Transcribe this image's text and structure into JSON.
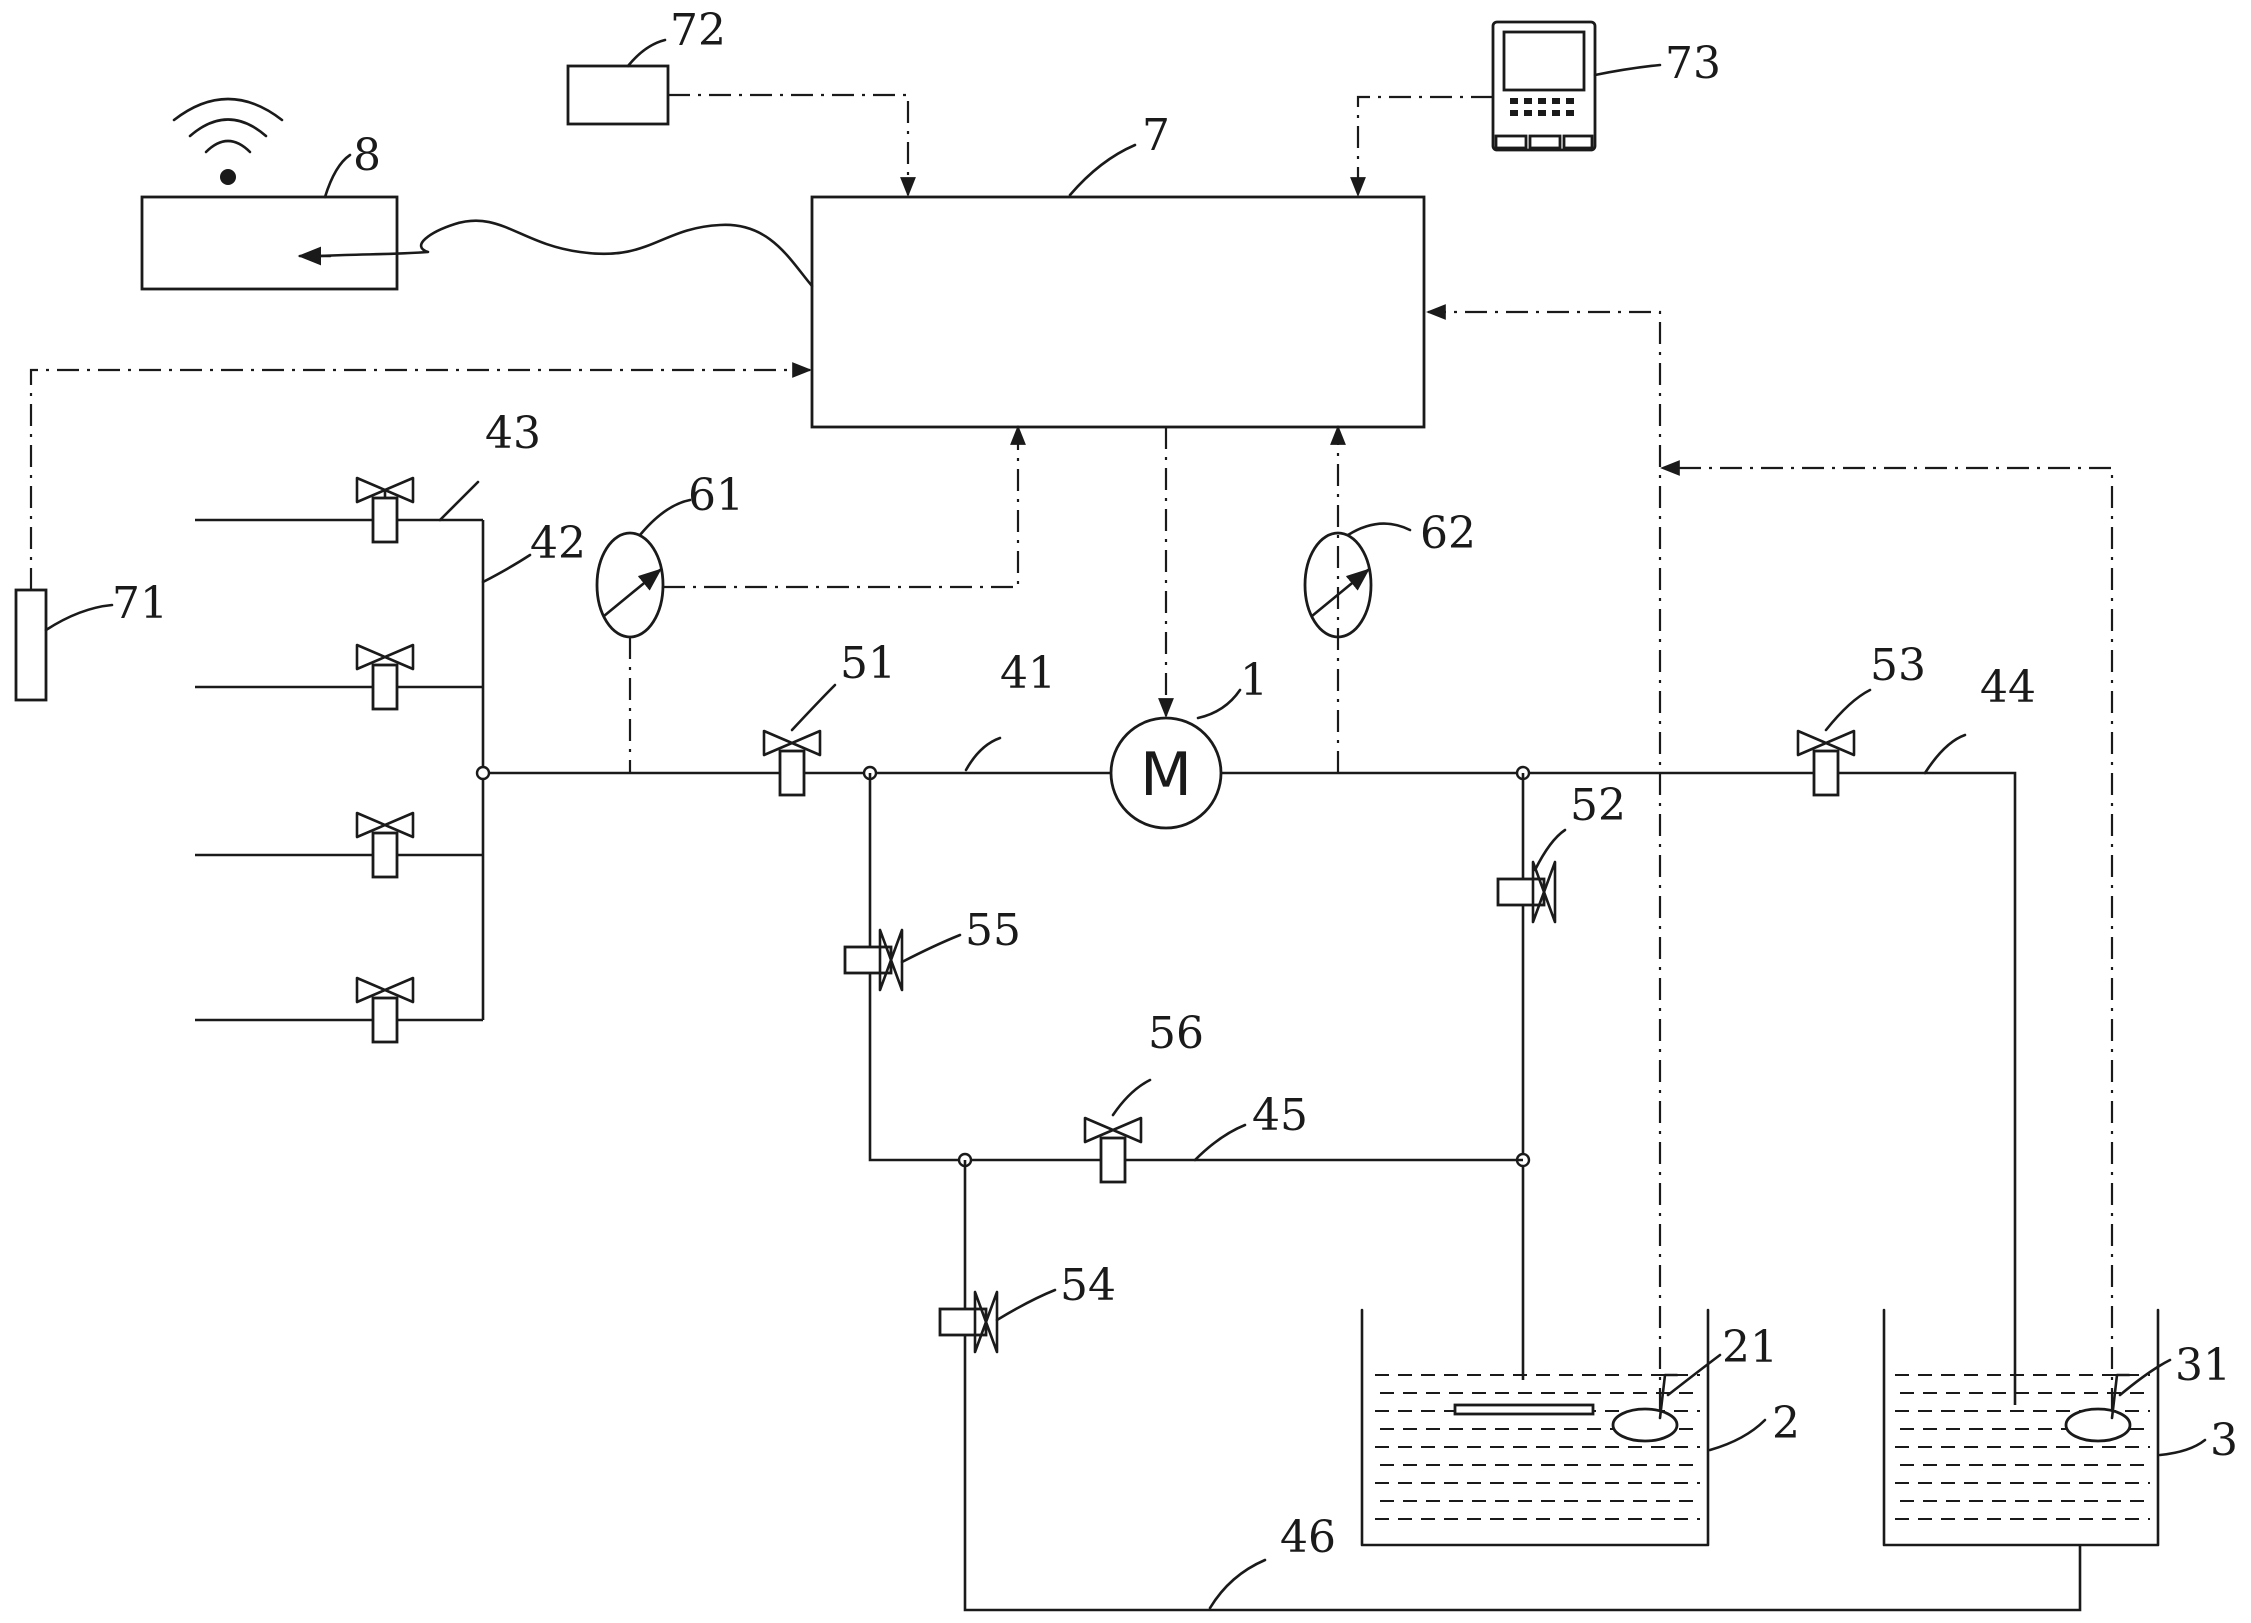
{
  "diagram": {
    "motor_letter": "M",
    "labels": [
      "1",
      "2",
      "3",
      "7",
      "8",
      "21",
      "31",
      "41",
      "42",
      "43",
      "44",
      "45",
      "46",
      "51",
      "52",
      "53",
      "54",
      "55",
      "56",
      "61",
      "62",
      "71",
      "72",
      "73"
    ]
  },
  "icons": {
    "wireless": "wifi-signal-icon",
    "terminal": "control-terminal-icon"
  }
}
